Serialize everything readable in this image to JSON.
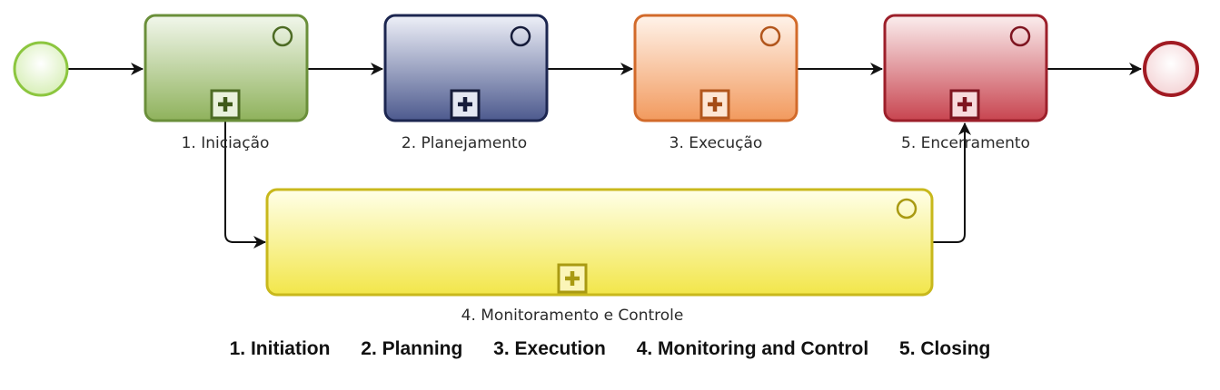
{
  "diagram": {
    "tasks": [
      {
        "id": "t1",
        "label": "1. Iniciação",
        "color": "#6a8f3a"
      },
      {
        "id": "t2",
        "label": "2. Planejamento",
        "color": "#1c2650"
      },
      {
        "id": "t3",
        "label": "3. Execução",
        "color": "#d26a2a"
      },
      {
        "id": "t5",
        "label": "5. Encerramento",
        "color": "#9c1f2a"
      },
      {
        "id": "t4",
        "label": "4. Monitoramento e Controle",
        "color": "#c8b81c"
      }
    ],
    "start_event_color": "#8cc63f",
    "end_event_color": "#a11a22"
  },
  "legend": {
    "items": [
      "1. Initiation",
      "2. Planning",
      "3. Execution",
      "4. Monitoring and Control",
      "5. Closing"
    ]
  }
}
